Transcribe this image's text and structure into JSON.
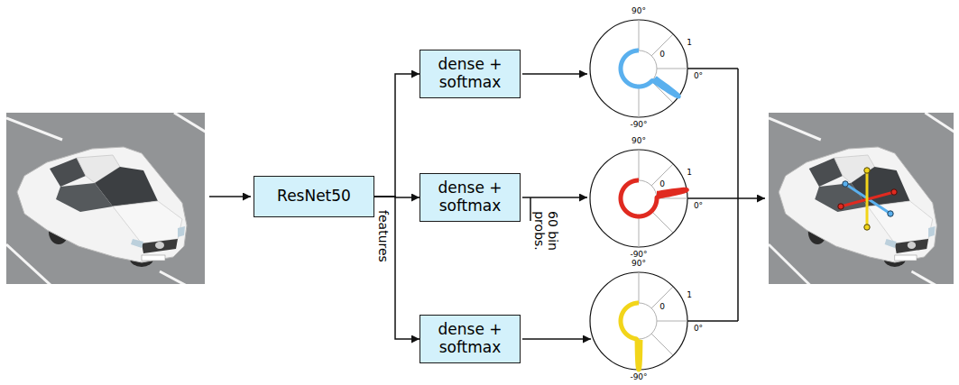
{
  "diagram": {
    "nodes": [
      {
        "text": [
          "ResNet50"
        ]
      },
      {
        "text": [
          "dense + softmax"
        ]
      },
      {
        "text": [
          "dense + softmax"
        ]
      },
      {
        "text": [
          "dense + softmax"
        ]
      }
    ],
    "edges": [
      {
        "from": 0,
        "to": 1,
        "arrow": "to"
      },
      {
        "from": 0,
        "to": 2,
        "arrow": "to"
      },
      {
        "from": 0,
        "to": 3,
        "arrow": "to"
      }
    ],
    "labels": [
      "features",
      "60 bin probs.",
      "90°",
      "1",
      "0",
      "0°",
      "-90°",
      "90°",
      "1",
      "0",
      "0°",
      "-90°",
      "90°",
      "1",
      "0",
      "0°",
      "-90°"
    ]
  }
}
